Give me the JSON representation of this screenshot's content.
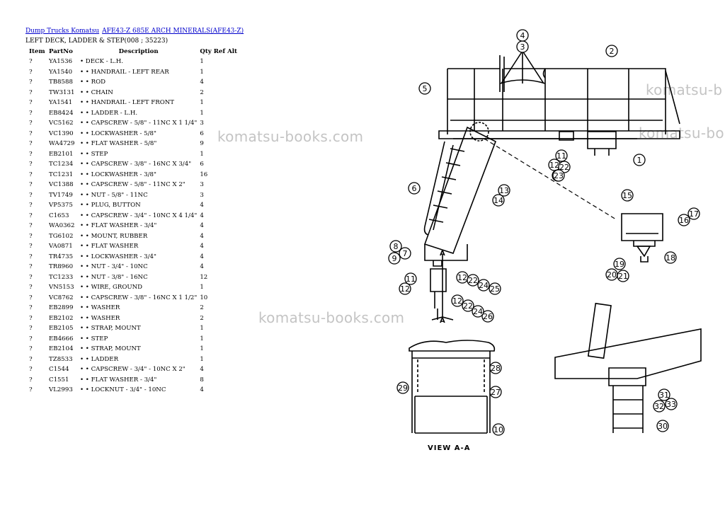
{
  "breadcrumb": {
    "category": "Dump Trucks Komatsu",
    "model": "AFE43-Z 685E ARCH MINERALS(AFE43-Z)"
  },
  "page_title": "LEFT DECK, LADDER & STEP(008 ; 35223)",
  "table": {
    "headers": {
      "item": "Item",
      "partno": "PartNo",
      "description": "Description",
      "qty": "Qty",
      "ref": "Ref",
      "alt": "Alt"
    },
    "rows": [
      {
        "item": "?",
        "partno": "YA1536",
        "description": "• DECK - L.H.",
        "qty": "1"
      },
      {
        "item": "?",
        "partno": "YA1540",
        "description": "• • HANDRAIL - LEFT REAR",
        "qty": "1"
      },
      {
        "item": "?",
        "partno": "TB8588",
        "description": "• • ROD",
        "qty": "4"
      },
      {
        "item": "?",
        "partno": "TW3131",
        "description": "• • CHAIN",
        "qty": "2"
      },
      {
        "item": "?",
        "partno": "YA1541",
        "description": "• • HANDRAIL - LEFT FRONT",
        "qty": "1"
      },
      {
        "item": "?",
        "partno": "EB8424",
        "description": "• • LADDER - L.H.",
        "qty": "1"
      },
      {
        "item": "?",
        "partno": "VC5162",
        "description": "• • CAPSCREW - 5/8\" - 11NC X 1 1/4\"",
        "qty": "3"
      },
      {
        "item": "?",
        "partno": "VC1390",
        "description": "• • LOCKWASHER - 5/8\"",
        "qty": "6"
      },
      {
        "item": "?",
        "partno": "WA4729",
        "description": "• • FLAT WASHER - 5/8\"",
        "qty": "9"
      },
      {
        "item": "?",
        "partno": "EB2101",
        "description": "• • STEP",
        "qty": "1"
      },
      {
        "item": "?",
        "partno": "TC1234",
        "description": "• • CAPSCREW - 3/8\" - 16NC X 3/4\"",
        "qty": "6"
      },
      {
        "item": "?",
        "partno": "TC1231",
        "description": "• • LOCKWASHER - 3/8\"",
        "qty": "16"
      },
      {
        "item": "?",
        "partno": "VC1388",
        "description": "• • CAPSCREW - 5/8\" - 11NC X 2\"",
        "qty": "3"
      },
      {
        "item": "?",
        "partno": "TV1749",
        "description": "• • NUT - 5/8\" - 11NC",
        "qty": "3"
      },
      {
        "item": "?",
        "partno": "VP5375",
        "description": "• • PLUG, BUTTON",
        "qty": "4"
      },
      {
        "item": "?",
        "partno": "C1653",
        "description": "• • CAPSCREW - 3/4\" - 10NC X 4 1/4\"",
        "qty": "4"
      },
      {
        "item": "?",
        "partno": "WA0362",
        "description": "• • FLAT WASHER - 3/4\"",
        "qty": "4"
      },
      {
        "item": "?",
        "partno": "TG6102",
        "description": "• • MOUNT, RUBBER",
        "qty": "4"
      },
      {
        "item": "?",
        "partno": "VA0871",
        "description": "• • FLAT WASHER",
        "qty": "4"
      },
      {
        "item": "?",
        "partno": "TR4735",
        "description": "• • LOCKWASHER - 3/4\"",
        "qty": "4"
      },
      {
        "item": "?",
        "partno": "TR8960",
        "description": "• • NUT - 3/4\" - 10NC",
        "qty": "4"
      },
      {
        "item": "?",
        "partno": "TC1233",
        "description": "• • NUT - 3/8\" - 16NC",
        "qty": "12"
      },
      {
        "item": "?",
        "partno": "VN5153",
        "description": "• • WIRE, GROUND",
        "qty": "1"
      },
      {
        "item": "?",
        "partno": "VC8762",
        "description": "• • CAPSCREW - 3/8\" - 16NC X 1 1/2\"",
        "qty": "10"
      },
      {
        "item": "?",
        "partno": "EB2899",
        "description": "• • WASHER",
        "qty": "2"
      },
      {
        "item": "?",
        "partno": "EB2102",
        "description": "• • WASHER",
        "qty": "2"
      },
      {
        "item": "?",
        "partno": "EB2105",
        "description": "• • STRAP, MOUNT",
        "qty": "1"
      },
      {
        "item": "?",
        "partno": "EB4666",
        "description": "• • STEP",
        "qty": "1"
      },
      {
        "item": "?",
        "partno": "EB2104",
        "description": "• • STRAP, MOUNT",
        "qty": "1"
      },
      {
        "item": "?",
        "partno": "TZ8533",
        "description": "• • LADDER",
        "qty": "1"
      },
      {
        "item": "?",
        "partno": "C1544",
        "description": "• • CAPSCREW - 3/4\" - 10NC X 2\"",
        "qty": "4"
      },
      {
        "item": "?",
        "partno": "C1551",
        "description": "• • FLAT WASHER - 3/4\"",
        "qty": "8"
      },
      {
        "item": "?",
        "partno": "VL2993",
        "description": "• • LOCKNUT - 3/4\" - 10NC",
        "qty": "4"
      }
    ]
  },
  "watermarks": [
    "komatsu-books.com",
    "komatsu-books.com",
    "komatsu-books.com",
    "komatsu-b",
    "komatsu-bo"
  ],
  "diagram": {
    "view_label": "VIEW  A-A",
    "section_label": "A",
    "callouts": [
      "1",
      "2",
      "3",
      "4",
      "5",
      "6",
      "7",
      "8",
      "9",
      "10",
      "11",
      "12",
      "13",
      "14",
      "15",
      "16",
      "17",
      "18",
      "19",
      "20",
      "21",
      "22",
      "23",
      "24",
      "25",
      "26",
      "27",
      "28",
      "29",
      "30",
      "31",
      "32",
      "33"
    ]
  }
}
